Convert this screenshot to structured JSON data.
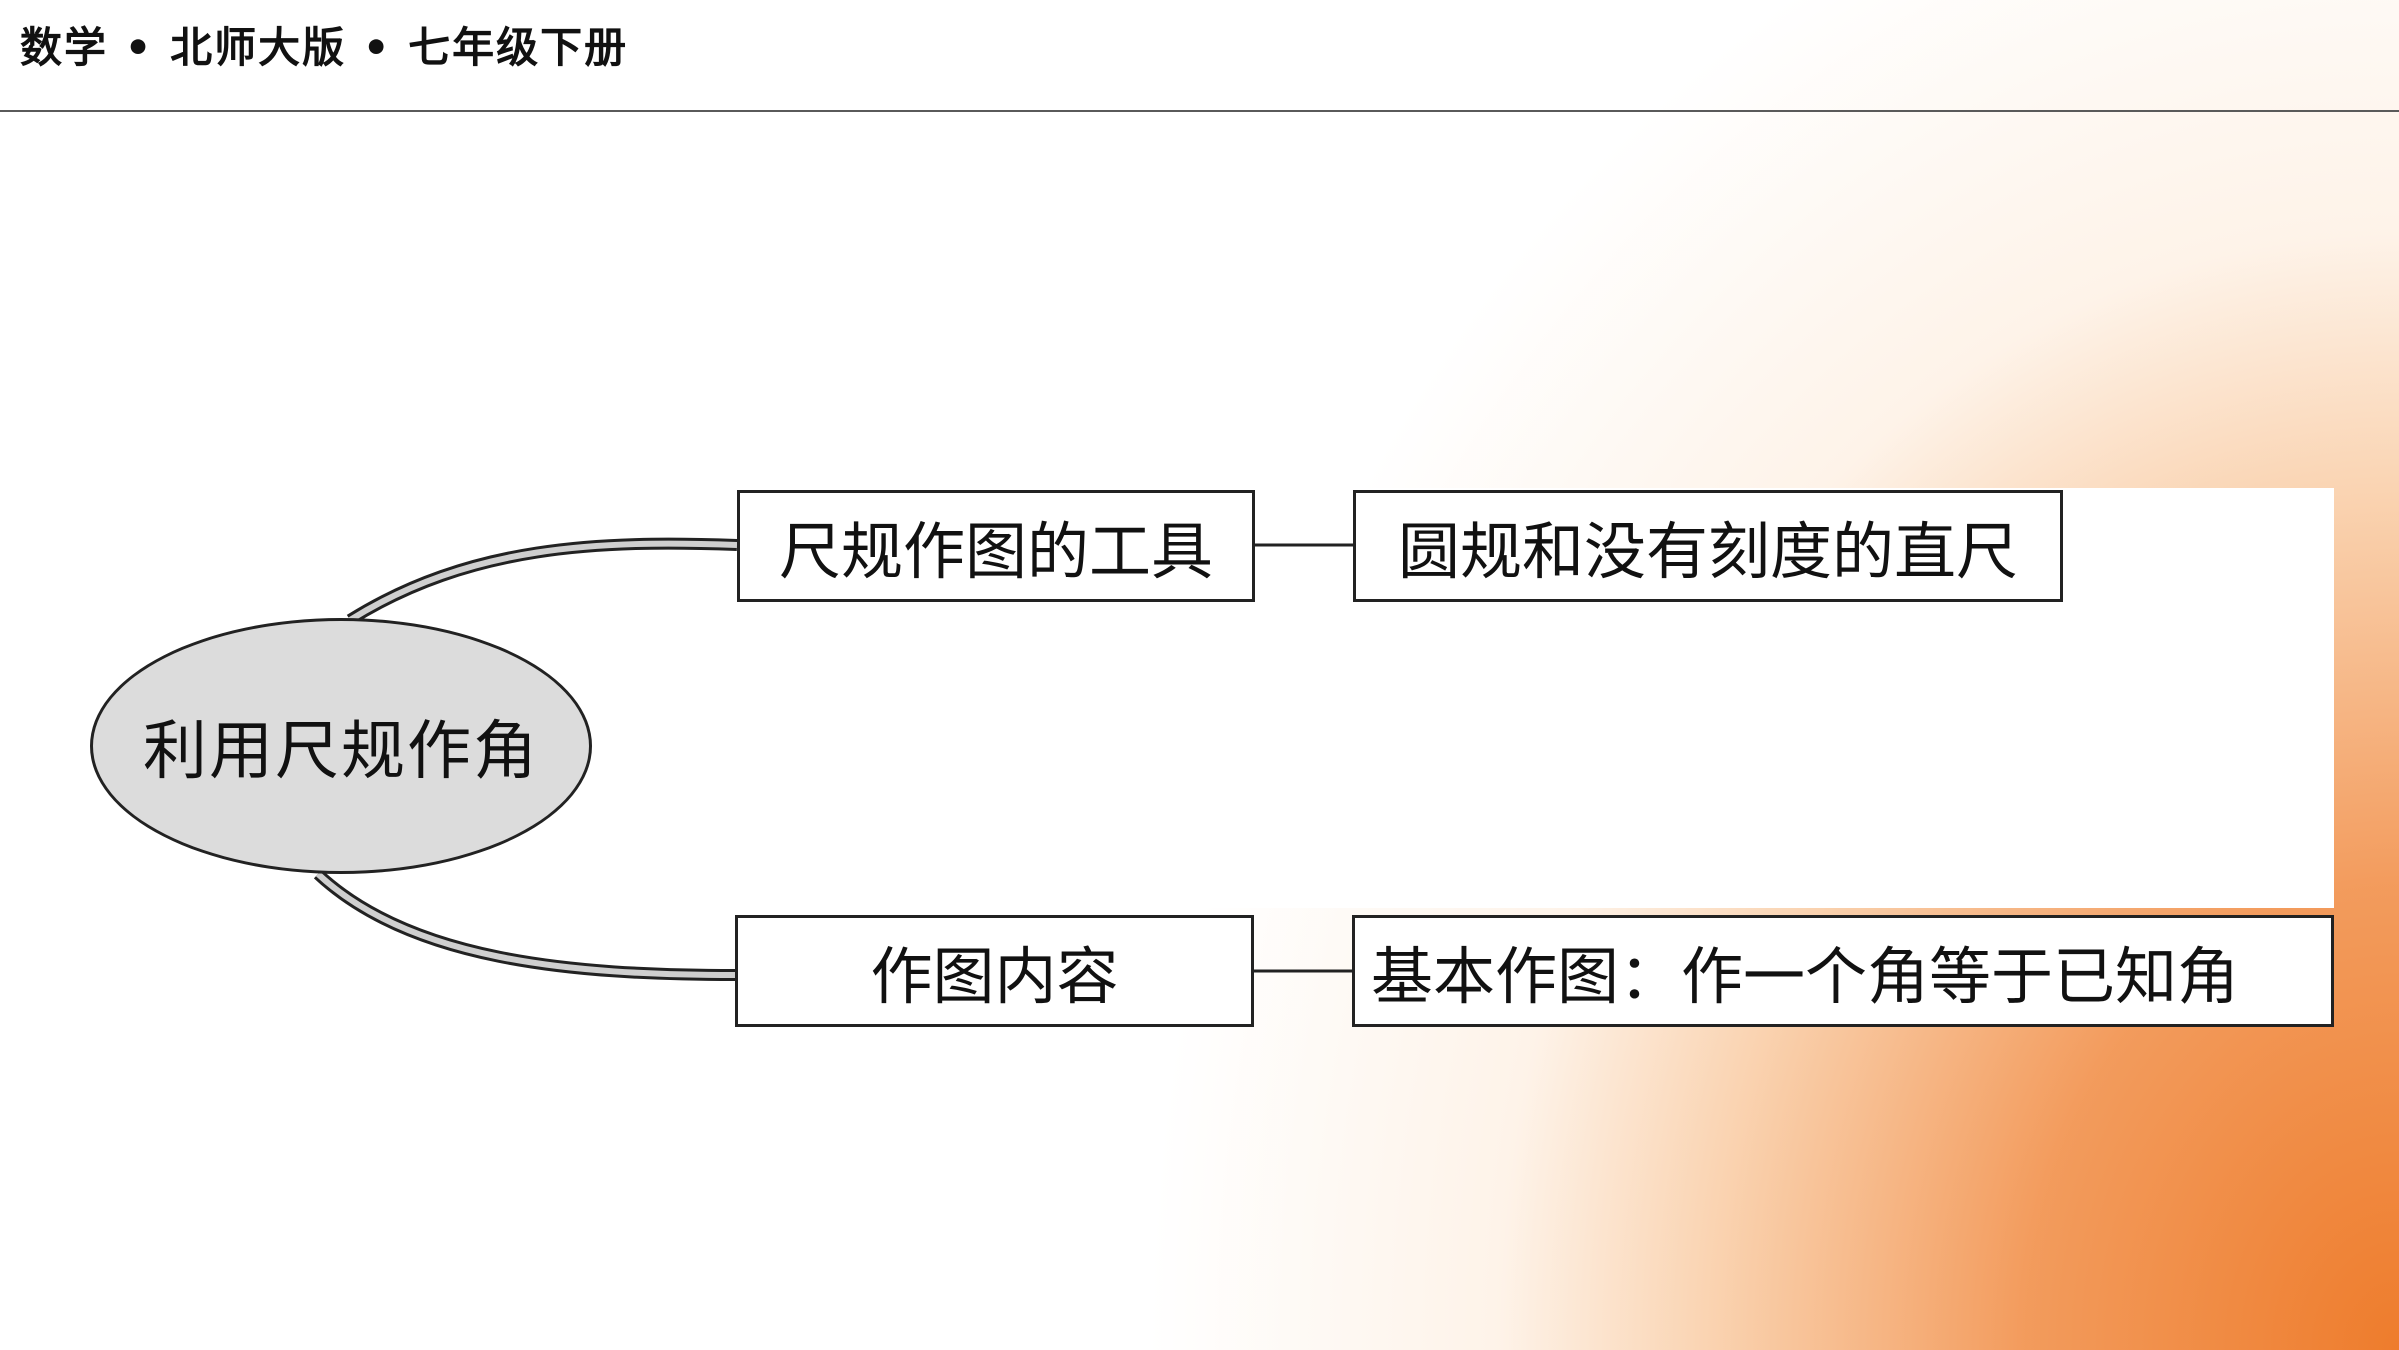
{
  "header": {
    "title": "数学 • 北师大版 • 七年级下册"
  },
  "diagram": {
    "center": "利用尺规作角",
    "branches": [
      {
        "label": "尺规作图的工具",
        "value": "圆规和没有刻度的直尺"
      },
      {
        "label": "作图内容",
        "value": "基本作图：作一个角等于已知角"
      }
    ]
  },
  "colors": {
    "accent": "#EE7C2C",
    "node_fill": "#DCDCDC",
    "line": "#222222"
  }
}
